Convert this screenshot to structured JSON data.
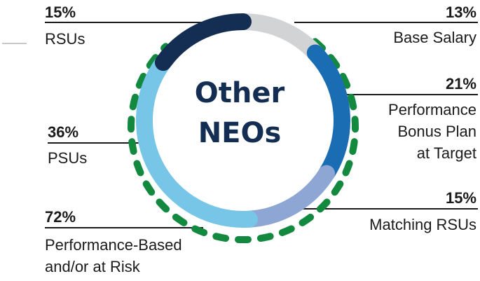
{
  "chart_data": {
    "type": "pie",
    "variant": "donut",
    "title": "Other NEOs",
    "title_lines": [
      "Other",
      "NEOs"
    ],
    "slices": [
      {
        "label": "Base Salary",
        "value": 13,
        "pct_label": "13%",
        "color": "#d1d3d5"
      },
      {
        "label": "Performance Bonus Plan at Target",
        "label_lines": [
          "Performance",
          "Bonus Plan",
          "at Target"
        ],
        "value": 21,
        "pct_label": "21%",
        "color": "#1b6db3"
      },
      {
        "label": "Matching RSUs",
        "value": 15,
        "pct_label": "15%",
        "color": "#8ea6d3"
      },
      {
        "label": "PSUs",
        "value": 36,
        "pct_label": "36%",
        "color": "#77c6e8"
      },
      {
        "label": "RSUs",
        "value": 15,
        "pct_label": "15%",
        "color": "#142d52"
      }
    ],
    "annotation": {
      "pct_label": "72%",
      "label_lines": [
        "Performance-Based",
        "and/or at Risk"
      ],
      "value": 72,
      "color": "#12893f"
    }
  }
}
